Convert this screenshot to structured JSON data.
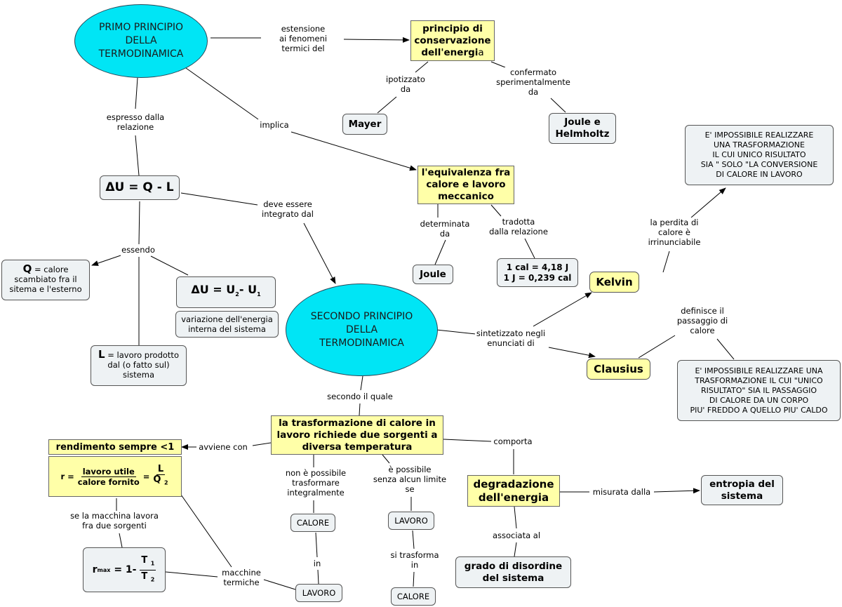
{
  "nodes": {
    "primo": {
      "text": "PRIMO PRINCIPIO\nDELLA\nTERMODINAMICA"
    },
    "secondo": {
      "text": "SECONDO PRINCIPIO\nDELLA\nTERMODINAMICA"
    },
    "principio_cons": {
      "text": "principio di conservazione dell'energi",
      "tail": "a"
    },
    "mayer": {
      "text": "Mayer"
    },
    "joule_helm": {
      "text": "Joule e\nHelmholtz"
    },
    "equivalenza": {
      "text": "l'equivalenza fra calore e lavoro meccanico"
    },
    "joule": {
      "text": "Joule"
    },
    "cal": {
      "line1": "1 cal = 4,18 J",
      "line2": "1 J = 0,239 cal"
    },
    "delta_u": {
      "text": "ΔU = Q - L"
    },
    "q": {
      "sym": "Q",
      "rest": " = calore scambiato fra il sitema e l'esterno"
    },
    "du_u": {
      "pre": "ΔU = U",
      "s1": "2",
      "mid": "- U",
      "s2": "1"
    },
    "du_var": {
      "text": "variazione dell'energia interna del sistema"
    },
    "l": {
      "sym": "L",
      "rest": " = lavoro prodotto dal (o fatto sul) sistema"
    },
    "kelvin": {
      "text": "Kelvin"
    },
    "clausius": {
      "text": "Clausius"
    },
    "kelvin_stmt": {
      "text": "E' IMPOSSIBILE REALIZZARE\nUNA TRASFORMAZIONE\nIL CUI UNICO RISULTATO\nSIA \" SOLO \"LA CONVERSIONE\nDI CALORE IN LAVORO"
    },
    "clausius_stmt": {
      "text": "E' IMPOSSIBILE REALIZZARE UNA\nTRASFORMAZIONE IL CUI \"UNICO\nRISULTATO\" SIA  IL PASSAGGIO\nDI CALORE DA UN CORPO\nPIU' FREDDO A QUELLO PIU' CALDO"
    },
    "trasformazione": {
      "text": "la trasformazione di  calore in lavoro richiede due sorgenti a diversa temperatura"
    },
    "rendimento": {
      "text": "rendimento sempre <1"
    },
    "formula_r": {
      "lhs": "r =",
      "num1": "lavoro utile",
      "den1": "calore fornito",
      "eq": "=",
      "num2": "L",
      "den2": "Q",
      "den2_sub": "2"
    },
    "rmax": {
      "r": "r",
      "sub": "max",
      "eq": " = 1- ",
      "num": "T",
      "num_sub": "1",
      "den": "T",
      "den_sub": "2"
    },
    "degradazione": {
      "text": "degradazione dell'energia"
    },
    "entropia": {
      "text": "entropia del sistema"
    },
    "disordine": {
      "text": "grado di disordine del sistema"
    },
    "calore1": {
      "text": "CALORE"
    },
    "lavoro1": {
      "text": "LAVORO"
    },
    "lavoro2": {
      "text": "LAVORO"
    },
    "calore2": {
      "text": "CALORE"
    }
  },
  "labels": {
    "estensione": "estensione\nai fenomeni\ntermici del",
    "ipotizzato": "ipotizzato\nda",
    "confermato": "confermato\nsperimentalmente\nda",
    "espresso": "espresso dalla\nrelazione",
    "implica": "implica",
    "deve": "deve essere\nintegrato dal",
    "determinata": "determinata\nda",
    "tradotta": "tradotta\ndalla relazione",
    "essendo": "essendo",
    "perdita": "la perdita di\ncalore è\nirrinunciabile",
    "definisce": "definisce il\npassaggio di\ncalore",
    "sintetizzato": "sintetizzato negli\nenunciati di",
    "secondo_quale": "secondo il quale",
    "avviene": "avviene con",
    "comporta": "comporta",
    "non_possibile": "non è possibile\ntrasformare\nintegralmente",
    "possibile": "è possibile\nsenza alcun limite\nse",
    "misurata": "misurata dalla",
    "associata": "associata al",
    "se_macchina": "se la macchina lavora\nfra due sorgenti",
    "in": "in",
    "si_trasforma": "si trasforma\nin",
    "macchine": "macchine\ntermiche"
  }
}
